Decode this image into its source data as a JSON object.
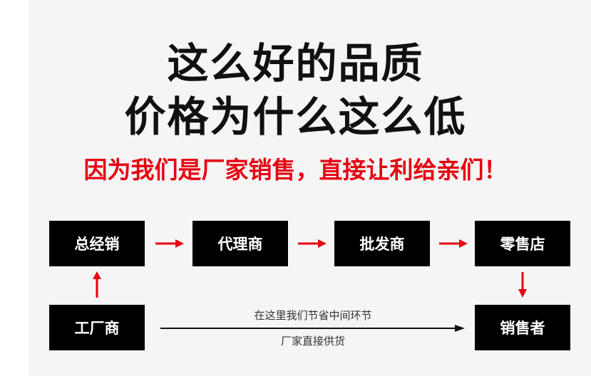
{
  "headline": {
    "line1": "这么好的品质",
    "line2": "价格为什么这么低"
  },
  "subtitle": "因为我们是厂家销售，直接让利给亲们！",
  "flow": {
    "general_distributor": "总经销",
    "agent": "代理商",
    "wholesaler": "批发商",
    "retailer": "零售店",
    "factory": "工厂商",
    "consumer": "销售者"
  },
  "direct_path": {
    "top_note": "在这里我们节省中间环节",
    "bottom_note": "厂家直接供货"
  },
  "colors": {
    "accent_red": "#e60012",
    "box_black": "#000000",
    "background": "#f5f5f5"
  }
}
